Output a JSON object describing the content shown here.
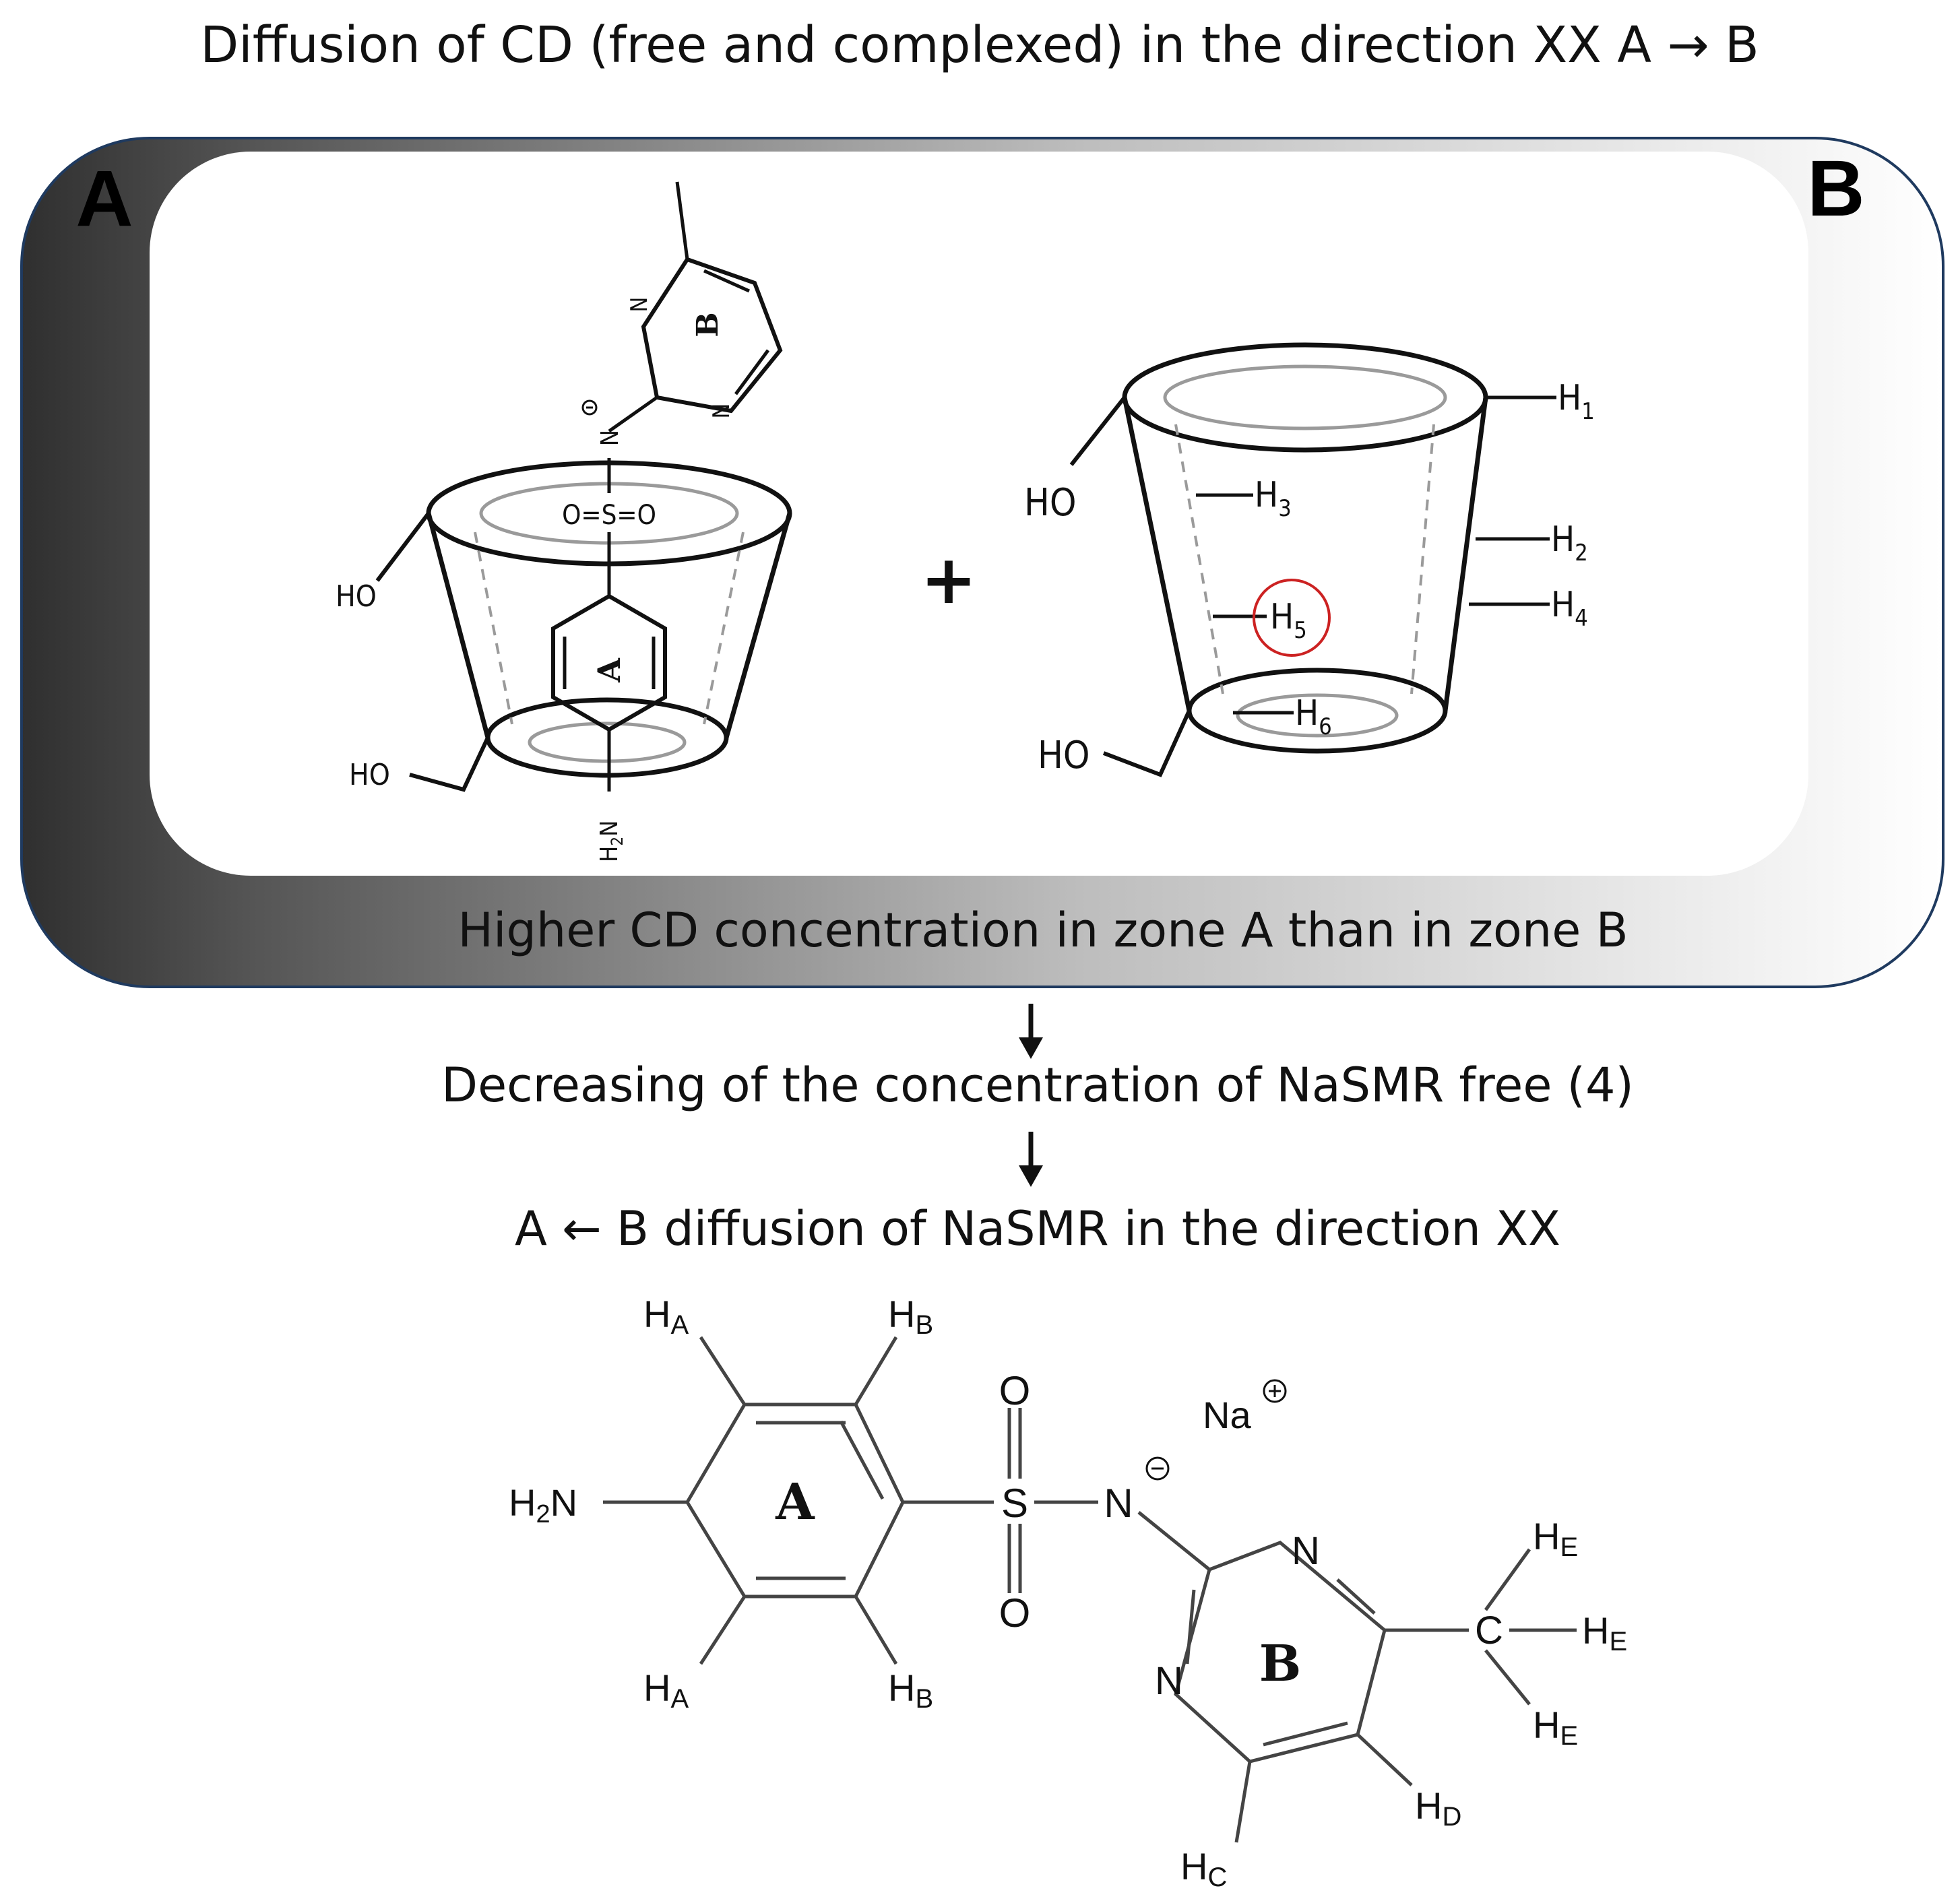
{
  "title": "Diffusion of CD (free and complexed) in the direction XX A → B",
  "zone": {
    "label_a": "A",
    "label_b": "B",
    "caption": "Higher CD concentration in zone A than in zone B"
  },
  "complex": {
    "ring_a": "A",
    "ring_b": "B",
    "ho_top": "HO",
    "ho_bottom": "HO",
    "amine": "H",
    "amine_sub": "2",
    "amine_n": "N",
    "sulfonyl": "O=S=O",
    "n_minus": "N",
    "n_ring_1": "N",
    "n_ring_2": "N"
  },
  "plus": "+",
  "cyclodextrin": {
    "ho_top": "HO",
    "ho_bottom": "HO",
    "protons": [
      {
        "h": "H",
        "sub": "1"
      },
      {
        "h": "H",
        "sub": "2"
      },
      {
        "h": "H",
        "sub": "3"
      },
      {
        "h": "H",
        "sub": "4"
      },
      {
        "h": "H",
        "sub": "5"
      },
      {
        "h": "H",
        "sub": "6"
      }
    ]
  },
  "step1": "Decreasing of the concentration of NaSMR free (4)",
  "step2": "A ← B diffusion of NaSMR in the direction XX",
  "molecule": {
    "ring_a": "A",
    "ring_b": "B",
    "amine": "H",
    "amine_sub": "2",
    "amine_n": "N",
    "s": "S",
    "o_top": "O",
    "o_bottom": "O",
    "n_minus": "N",
    "na": "Na",
    "n_ring_top": "N",
    "n_ring_left": "N",
    "c": "C",
    "ha": "H",
    "ha_sub": "A",
    "hb": "H",
    "hb_sub": "B",
    "hc": "H",
    "hc_sub": "C",
    "hd": "H",
    "hd_sub": "D",
    "he": "H",
    "he_sub": "E"
  },
  "colors": {
    "zone_dark": "#3a3a3a",
    "zone_light": "#ffffff",
    "zone_border": "#1f3a5f",
    "highlight_circle": "#cc2222",
    "ink": "#111111"
  }
}
